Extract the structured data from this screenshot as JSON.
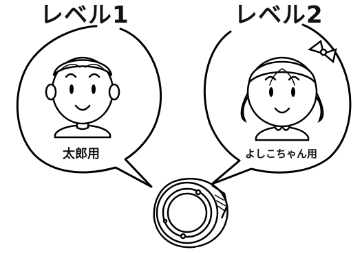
{
  "levels": [
    {
      "title": "レベル1",
      "caption": "太郎用"
    },
    {
      "title": "レベル2",
      "caption": "よしこちゃん用"
    }
  ]
}
